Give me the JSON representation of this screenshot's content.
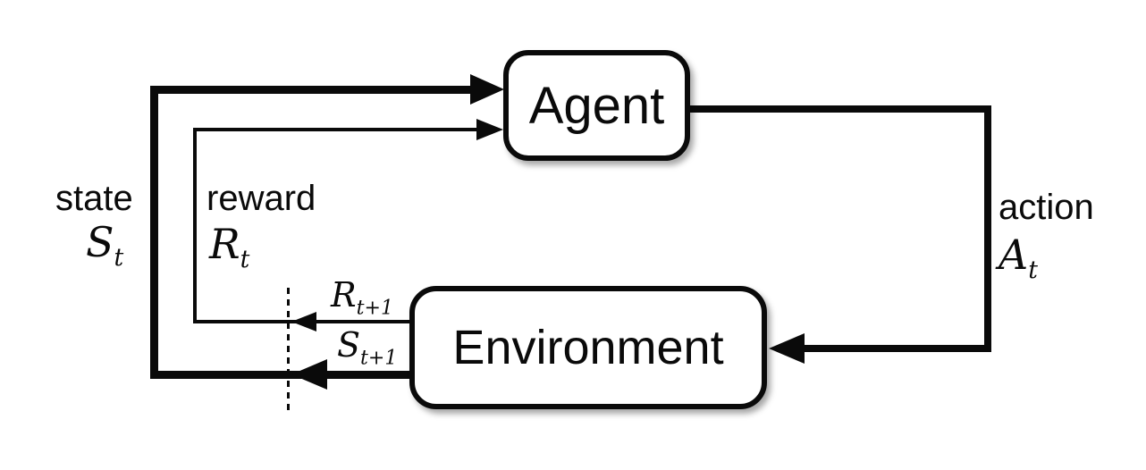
{
  "diagram": {
    "kind": "agent-environment reinforcement learning loop",
    "nodes": {
      "agent": {
        "label": "Agent"
      },
      "environment": {
        "label": "Environment"
      }
    },
    "labels": {
      "state": {
        "word": "state",
        "symbol": "S",
        "subscript": "t"
      },
      "reward": {
        "word": "reward",
        "symbol": "R",
        "subscript": "t"
      },
      "action": {
        "word": "action",
        "symbol": "A",
        "subscript": "t"
      },
      "next_reward": {
        "symbol": "R",
        "subscript": "t+1"
      },
      "next_state": {
        "symbol": "S",
        "subscript": "t+1"
      }
    },
    "colors": {
      "line": "#0a0a0a",
      "background": "#ffffff",
      "box_fill": "#ffffff"
    }
  }
}
